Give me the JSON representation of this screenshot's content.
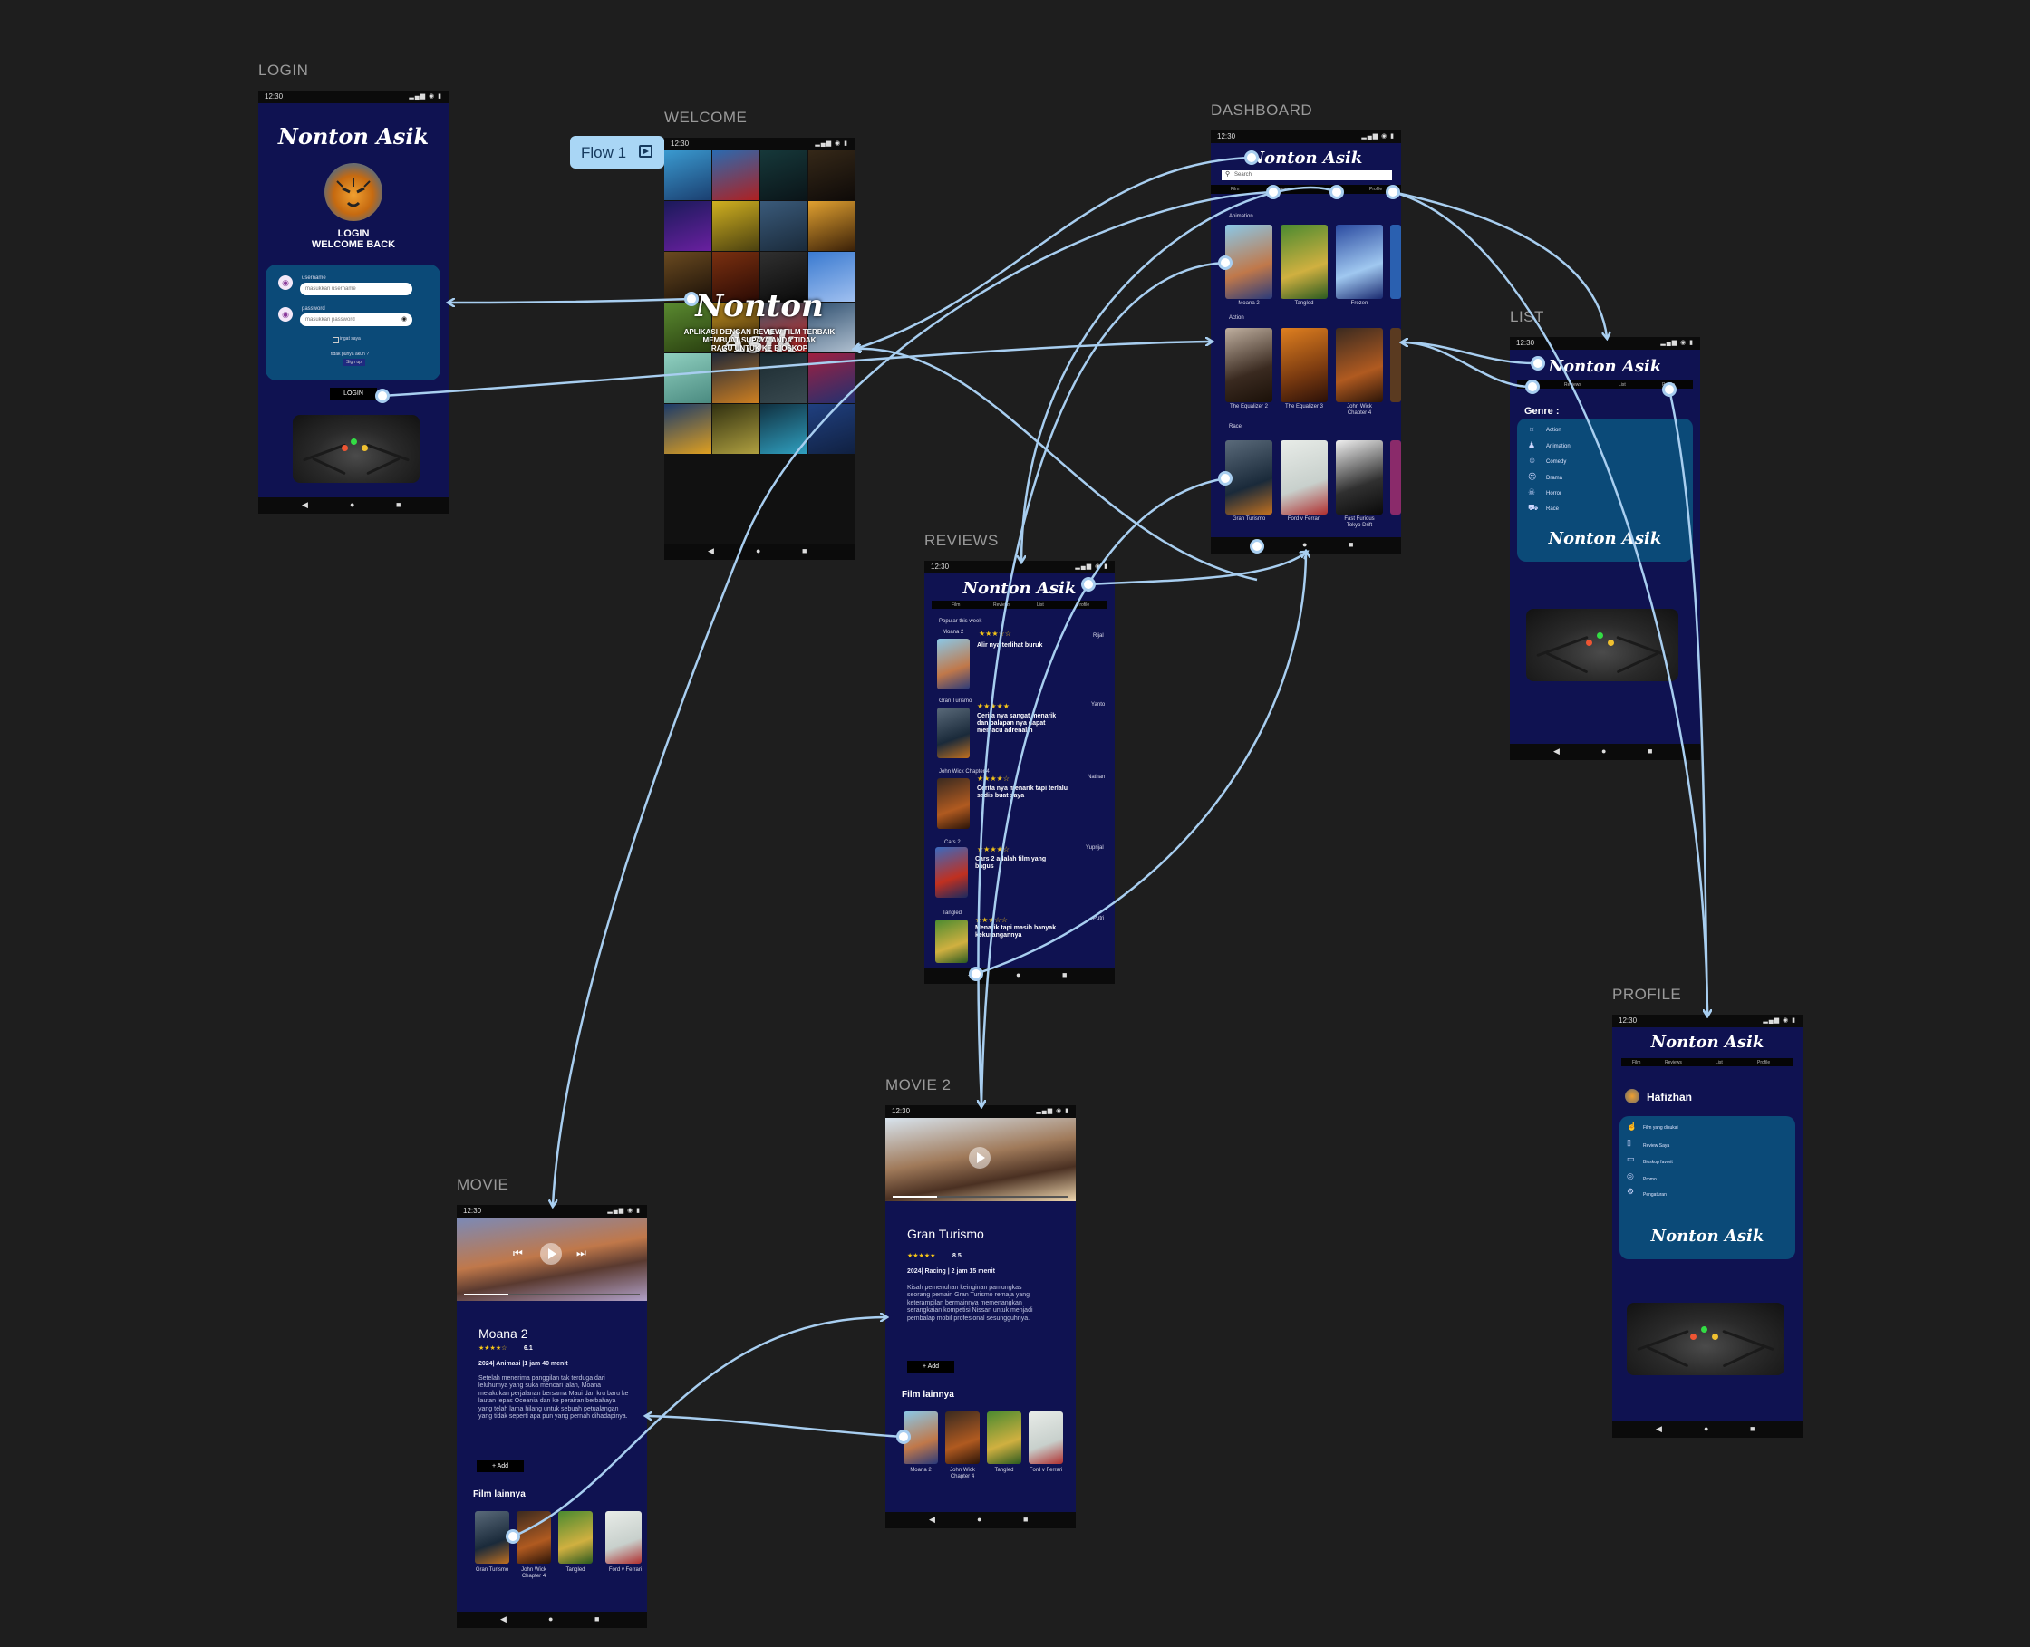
{
  "frames": {
    "login": "LOGIN",
    "welcome": "WELCOME",
    "dashboard": "DASHBOARD",
    "list": "LIST",
    "reviews": "REVIEWS",
    "movie2": "MOVIE 2",
    "movie": "MOVIE",
    "profile": "PROFILE"
  },
  "flow_badge": {
    "label": "Flow 1",
    "icon": "play-frame-icon"
  },
  "status": {
    "time": "12:30",
    "icons": "▂▄▆ ◉ ▮"
  },
  "navbar": {
    "back": "◀",
    "home": "●",
    "recent": "■"
  },
  "brand": "Nonton Asik",
  "login": {
    "title": "LOGIN",
    "subtitle": "WELCOME BACK",
    "username_label": "username",
    "username_placeholder": "masukkan username",
    "password_label": "password",
    "password_placeholder": "masukkan password",
    "remember": "ingat saya",
    "no_account": "tidak punya akun ?",
    "signup": "Sign up",
    "login_button": "LOGIN"
  },
  "welcome": {
    "tagline_1": "APLIKASI DENGAN REVIEW FILM TERBAIK",
    "tagline_2": "MEMBUAT SUPAYA ANDA TIDAK",
    "tagline_3": "RAGU UNTUK KE BIOSKOP"
  },
  "dashboard": {
    "search_placeholder": "Search",
    "tabs": [
      "Film",
      "Reviews",
      "List",
      "Profile"
    ],
    "sections": [
      {
        "title": "Animation",
        "items": [
          "Moana 2",
          "Tangled",
          "Frozen"
        ]
      },
      {
        "title": "Action",
        "items": [
          "The Equalizer 2",
          "The Equalizer 3",
          "John Wick Chapter 4"
        ]
      },
      {
        "title": "Race",
        "items": [
          "Gran Turismo",
          "Ford v Ferrari",
          "Fast Furious Tokyo Drift"
        ]
      }
    ]
  },
  "list": {
    "tabs": [
      "Film",
      "Reviews",
      "List",
      "Profile"
    ],
    "genre_title": "Genre :",
    "genres": [
      "Action",
      "Animation",
      "Comedy",
      "Drama",
      "Horror",
      "Race"
    ]
  },
  "reviews": {
    "tabs": [
      "Film",
      "Reviews",
      "List",
      "Profile"
    ],
    "section": "Popular this week",
    "items": [
      {
        "film": "Moana 2",
        "stars": "★★★☆☆",
        "user": "Rijal",
        "text": "Alir nya terlihat buruk"
      },
      {
        "film": "Gran Turismo",
        "stars": "★★★★★",
        "user": "Yanto",
        "text": "Cerita nya sangat menarik dan balapan nya dapat memacu adrenalin"
      },
      {
        "film": "John Wick Chapter 4",
        "stars": "★★★★☆",
        "user": "Nathan",
        "text": "Cerita nya menarik tapi terlalu sadis buat saya"
      },
      {
        "film": "Cars 2",
        "stars": "★★★★☆",
        "user": "Yuprijal",
        "text": "Cars 2 adalah film yang bagus"
      },
      {
        "film": "Tangled",
        "stars": "★★★☆☆",
        "user": "Putri",
        "text": "Menarik tapi masih banyak kekurangannya"
      }
    ]
  },
  "movie2": {
    "title": "Gran Turismo",
    "stars": "★★★★★",
    "rating": "8.5",
    "meta": "2024| Racing | 2 jam 15 menit",
    "synopsis": "Kisah pemenuhan keinginan pamungkas seorang pemain Gran Turismo remaja yang keterampilan bermainnya memenangkan serangkaian kompetisi Nissan untuk menjadi pembalap mobil profesional sesungguhnya.",
    "add": "+ Add",
    "more": "Film lainnya",
    "others": [
      "Moana 2",
      "John Wick Chapter 4",
      "Tangled",
      "Ford v Ferrari"
    ]
  },
  "movie": {
    "title": "Moana 2",
    "stars": "★★★★☆",
    "rating": "6.1",
    "meta": "2024| Animasi |1 jam 40 menit",
    "synopsis": "Setelah menerima panggilan tak terduga dari leluhurnya yang suka mencari jalan, Moana melakukan perjalanan bersama Maui dan kru baru ke lautan lepas Oceania dan ke perairan berbahaya yang telah lama hilang untuk sebuah petualangan yang tidak seperti apa pun yang pernah dihadapinya.",
    "add": "+ Add",
    "more": "Film lainnya",
    "others": [
      "Gran Turismo",
      "John Wick Chapter 4",
      "Tangled",
      "Ford v Ferrari"
    ]
  },
  "profile": {
    "tabs": [
      "Film",
      "Reviews",
      "List",
      "Profile"
    ],
    "username": "Hafizhan",
    "menu": [
      "Film yang disukai",
      "Review Saya",
      "Bioskop favorit",
      "Promo",
      "Pengaturan"
    ]
  },
  "colors": {
    "canvas": "#1e1e1e",
    "screen": "#0f1251",
    "panel": "#0b4a78",
    "wire": "#a8cef0",
    "star": "#f5c518"
  }
}
